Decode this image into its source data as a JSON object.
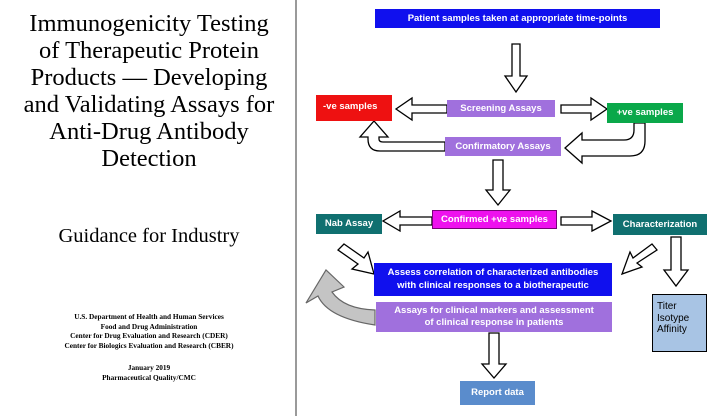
{
  "document": {
    "title_lines": [
      "Immunogenicity Testing",
      "of Therapeutic Protein",
      "Products — Developing",
      "and Validating Assays for",
      "Anti-Drug Antibody",
      "Detection"
    ],
    "subtitle": "Guidance for Industry",
    "agency_lines": [
      "U.S. Department of Health and Human Services",
      "Food and Drug Administration",
      "Center for Drug Evaluation and Research (CDER)",
      "Center for Biologics Evaluation and Research (CBER)"
    ],
    "date": "January 2019",
    "category": "Pharmaceutical Quality/CMC"
  },
  "flowchart": {
    "patient_samples": "Patient samples taken at appropriate time-points",
    "screening": "Screening Assays",
    "negative": "-ve samples",
    "positive": "+ve samples",
    "confirmatory": "Confirmatory Assays",
    "confirmed": "Confirmed +ve samples",
    "nab": "Nab Assay",
    "characterization": "Characterization",
    "correlation_line1": "Assess correlation of characterized antibodies",
    "correlation_line2": "with clinical responses to a biotherapeutic",
    "markers_line1": "Assays for clinical markers and assessment",
    "markers_line2": "of clinical response in patients",
    "titer": "Titer",
    "isotype": "Isotype",
    "affinity": "Affinity",
    "report": "Report data"
  },
  "colors": {
    "blue": "#1010ee",
    "purple": "#a070dd",
    "red": "#ee1111",
    "green": "#0aa84a",
    "magenta": "#ee11ee",
    "teal": "#107070",
    "light_blue": "#a8c4e4",
    "steel_blue": "#5a8ccc",
    "arrow_gray": "#c4c4c4"
  }
}
